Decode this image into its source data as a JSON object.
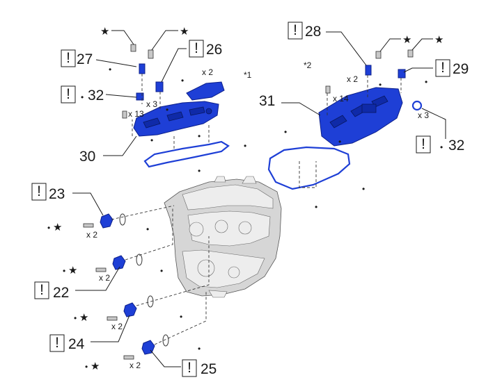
{
  "callouts": {
    "c22": "22",
    "c23": "23",
    "c24": "24",
    "c25": "25",
    "c26": "26",
    "c27": "27",
    "c28": "28",
    "c29": "29",
    "c30": "30",
    "c31": "31",
    "c32a": "32",
    "c32b": "32"
  },
  "quantities": {
    "q_x2_26": "x 2",
    "q_x3_left": "x 3",
    "q_x13": "x 13",
    "q_x2_28": "x 2",
    "q_x14": "x 14",
    "q_x3_right": "x 3",
    "q_x2_23": "x 2",
    "q_x2_22": "x 2",
    "q_x2_24": "x 2",
    "q_x2_25": "x 2"
  },
  "notes": {
    "note1": "*1",
    "note2": "*2"
  },
  "symbols": {
    "warning": "!",
    "bullet": "•",
    "star": "★"
  },
  "colors": {
    "part_blue": "#1e3fd6",
    "outline": "#1a1a1a",
    "engine_gray": "#d6d6d6"
  }
}
